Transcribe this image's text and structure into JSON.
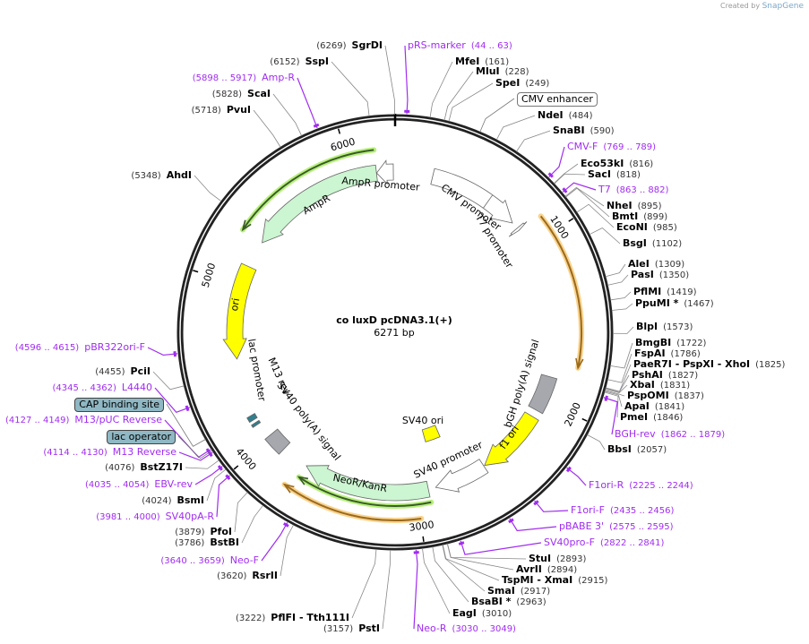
{
  "credit": {
    "prefix": "Created by",
    "brand": "SnapGene"
  },
  "plasmid": {
    "name": "co luxD pcDNA3.1(+)",
    "length": "6271 bp",
    "length_bp": 6271
  },
  "ticks": [
    "1000",
    "2000",
    "3000",
    "4000",
    "5000",
    "6000"
  ],
  "enzymes": [
    {
      "name": "SgrDI",
      "pos": "(6269)",
      "bp": 6269
    },
    {
      "name": "MfeI",
      "pos": "(161)",
      "bp": 161
    },
    {
      "name": "MluI",
      "pos": "(228)",
      "bp": 228
    },
    {
      "name": "SpeI",
      "pos": "(249)",
      "bp": 249
    },
    {
      "name": "NdeI",
      "pos": "(484)",
      "bp": 484
    },
    {
      "name": "SnaBI",
      "pos": "(590)",
      "bp": 590
    },
    {
      "name": "Eco53kI",
      "pos": "(816)",
      "bp": 816
    },
    {
      "name": "SacI",
      "pos": "(818)",
      "bp": 818
    },
    {
      "name": "NheI",
      "pos": "(895)",
      "bp": 895
    },
    {
      "name": "BmtI",
      "pos": "(899)",
      "bp": 899
    },
    {
      "name": "EcoNI",
      "pos": "(985)",
      "bp": 985
    },
    {
      "name": "BsgI",
      "pos": "(1102)",
      "bp": 1102
    },
    {
      "name": "AleI",
      "pos": "(1309)",
      "bp": 1309
    },
    {
      "name": "PasI",
      "pos": "(1350)",
      "bp": 1350
    },
    {
      "name": "PflMI",
      "pos": "(1419)",
      "bp": 1419
    },
    {
      "name": "PpuMI *",
      "pos": "(1467)",
      "bp": 1467
    },
    {
      "name": "BlpI",
      "pos": "(1573)",
      "bp": 1573
    },
    {
      "name": "BmgBI",
      "pos": "(1722)",
      "bp": 1722
    },
    {
      "name": "FspAI",
      "pos": "(1786)",
      "bp": 1786
    },
    {
      "name": "PaeR7I  - PspXI  - XhoI",
      "pos": "(1825)",
      "bp": 1825
    },
    {
      "name": "PshAI",
      "pos": "(1827)",
      "bp": 1827
    },
    {
      "name": "XbaI",
      "pos": "(1831)",
      "bp": 1831
    },
    {
      "name": "PspOMI",
      "pos": "(1837)",
      "bp": 1837
    },
    {
      "name": "ApaI",
      "pos": "(1841)",
      "bp": 1841
    },
    {
      "name": "PmeI",
      "pos": "(1846)",
      "bp": 1846
    },
    {
      "name": "BbsI",
      "pos": "(2057)",
      "bp": 2057
    },
    {
      "name": "StuI",
      "pos": "(2893)",
      "bp": 2893
    },
    {
      "name": "AvrII",
      "pos": "(2894)",
      "bp": 2894
    },
    {
      "name": "TspMI  - XmaI",
      "pos": "(2915)",
      "bp": 2915
    },
    {
      "name": "SmaI",
      "pos": "(2917)",
      "bp": 2917
    },
    {
      "name": "BsaBI *",
      "pos": "(2963)",
      "bp": 2963
    },
    {
      "name": "EagI",
      "pos": "(3010)",
      "bp": 3010
    },
    {
      "name": "PstI",
      "pos": "(3157)",
      "bp": 3157
    },
    {
      "name": "PflFI  - Tth111I",
      "pos": "(3222)",
      "bp": 3222
    },
    {
      "name": "RsrII",
      "pos": "(3620)",
      "bp": 3620
    },
    {
      "name": "BstBI",
      "pos": "(3786)",
      "bp": 3786
    },
    {
      "name": "PfoI",
      "pos": "(3879)",
      "bp": 3879
    },
    {
      "name": "BsmI",
      "pos": "(4024)",
      "bp": 4024
    },
    {
      "name": "BstZ17I",
      "pos": "(4076)",
      "bp": 4076
    },
    {
      "name": "PciI",
      "pos": "(4455)",
      "bp": 4455
    },
    {
      "name": "AhdI",
      "pos": "(5348)",
      "bp": 5348
    },
    {
      "name": "PvuI",
      "pos": "(5718)",
      "bp": 5718
    },
    {
      "name": "ScaI",
      "pos": "(5828)",
      "bp": 5828
    },
    {
      "name": "SspI",
      "pos": "(6152)",
      "bp": 6152
    }
  ],
  "primers": [
    {
      "name": "pRS-marker",
      "range": "(44 .. 63)",
      "bp": [
        44,
        63
      ]
    },
    {
      "name": "CMV-F",
      "range": "(769 .. 789)",
      "bp": [
        769,
        789
      ]
    },
    {
      "name": "T7",
      "range": "(863 .. 882)",
      "bp": [
        863,
        882
      ]
    },
    {
      "name": "BGH-rev",
      "range": "(1862 .. 1879)",
      "bp": [
        1862,
        1879
      ]
    },
    {
      "name": "F1ori-R",
      "range": "(2225 .. 2244)",
      "bp": [
        2225,
        2244
      ]
    },
    {
      "name": "F1ori-F",
      "range": "(2435 .. 2456)",
      "bp": [
        2435,
        2456
      ]
    },
    {
      "name": "pBABE 3'",
      "range": "(2575 .. 2595)",
      "bp": [
        2575,
        2595
      ]
    },
    {
      "name": "SV40pro-F",
      "range": "(2822 .. 2841)",
      "bp": [
        2822,
        2841
      ]
    },
    {
      "name": "Neo-R",
      "range": "(3030 .. 3049)",
      "bp": [
        3030,
        3049
      ]
    },
    {
      "name": "Neo-F",
      "range": "(3640 .. 3659)",
      "bp": [
        3640,
        3659
      ]
    },
    {
      "name": "SV40pA-R",
      "range": "(3981 .. 4000)",
      "bp": [
        3981,
        4000
      ]
    },
    {
      "name": "EBV-rev",
      "range": "(4035 .. 4054)",
      "bp": [
        4035,
        4054
      ]
    },
    {
      "name": "M13 Reverse",
      "range": "(4114 .. 4130)",
      "bp": [
        4114,
        4130
      ]
    },
    {
      "name": "M13/pUC Reverse",
      "range": "(4127 .. 4149)",
      "bp": [
        4127,
        4149
      ]
    },
    {
      "name": "L4440",
      "range": "(4345 .. 4362)",
      "bp": [
        4345,
        4362
      ]
    },
    {
      "name": "pBR322ori-F",
      "range": "(4596 .. 4615)",
      "bp": [
        4596,
        4615
      ]
    },
    {
      "name": "Amp-R",
      "range": "(5898 .. 5917)",
      "bp": [
        5898,
        5917
      ]
    }
  ],
  "boxed_features": [
    {
      "name": "CMV enhancer",
      "bp": 400,
      "style": "white"
    },
    {
      "name": "CAP binding site",
      "bp": 4190,
      "style": "teal"
    },
    {
      "name": "lac operator",
      "bp": 4130,
      "style": "teal"
    }
  ],
  "features": [
    {
      "name": "CMV promoter",
      "start": 236,
      "end": 819,
      "dir": 1,
      "color": "#ffffff",
      "shape": "arrow"
    },
    {
      "name": "T7 promoter",
      "start": 863,
      "end": 881,
      "dir": 1,
      "color": "#ffffff",
      "shape": "arrow"
    },
    {
      "name": "bGH poly(A) signal",
      "start": 1847,
      "end": 2071,
      "dir": 0,
      "color": "#a6a8ad",
      "shape": "box"
    },
    {
      "name": "f1 ori",
      "start": 2117,
      "end": 2545,
      "dir": 1,
      "color": "#ffff00",
      "shape": "arrow"
    },
    {
      "name": "SV40 promoter",
      "start": 2551,
      "end": 2880,
      "dir": 1,
      "color": "#ffffff",
      "shape": "arrow"
    },
    {
      "name": "SV40 ori",
      "start": 2730,
      "end": 2865,
      "dir": 0,
      "color": "#ffff00",
      "shape": "box",
      "inner": true
    },
    {
      "name": "NeoR/KanR",
      "start": 2927,
      "end": 3721,
      "dir": 1,
      "color": "#ccf5d1",
      "shape": "arrow"
    },
    {
      "name": "SV40 poly(A) signal",
      "start": 3895,
      "end": 4016,
      "dir": 0,
      "color": "#a6a8ad",
      "shape": "box"
    },
    {
      "name": "M13 rev",
      "start": 4114,
      "end": 4130,
      "dir": 0,
      "color": "#2f7f8f",
      "shape": "box"
    },
    {
      "name": "lac promoter",
      "start": 4150,
      "end": 4180,
      "dir": 0,
      "color": "#2f7f8f",
      "shape": "box"
    },
    {
      "name": "ori",
      "start": 4536,
      "end": 5124,
      "dir": -1,
      "color": "#ffff00",
      "shape": "arrow"
    },
    {
      "name": "AmpR",
      "start": 5295,
      "end": 6155,
      "dir": -1,
      "color": "#ccf5d1",
      "shape": "arrow"
    },
    {
      "name": "AmpR promoter",
      "start": 6156,
      "end": 6260,
      "dir": -1,
      "color": "#ffffff",
      "shape": "arrow"
    }
  ],
  "translations": [
    {
      "start": 896,
      "end": 1760,
      "dir": 1,
      "color": "#9a6a1f",
      "glow": "#f9d38d"
    },
    {
      "start": 2996,
      "end": 3763,
      "dir": 1,
      "color": "#9a6a1f",
      "glow": "#f9d38d"
    },
    {
      "start": 2927,
      "end": 3721,
      "dir": 1,
      "color": "#3a5a2a",
      "glow": "#b6f07a"
    },
    {
      "start": 5295,
      "end": 6155,
      "dir": -1,
      "color": "#3a5a2a",
      "glow": "#b6f07a"
    }
  ],
  "colors": {
    "primer": "#a02cf0",
    "ring": "#222222",
    "leader": "#888888"
  }
}
